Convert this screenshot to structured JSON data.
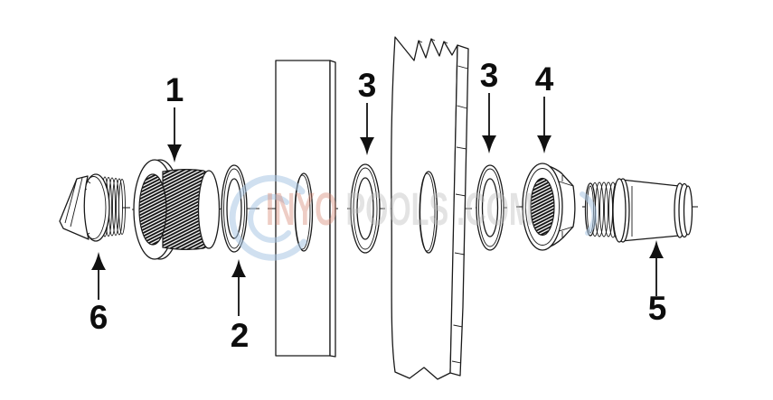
{
  "diagram": {
    "callouts": [
      {
        "id": "1",
        "label": "1"
      },
      {
        "id": "2",
        "label": "2"
      },
      {
        "id": "3-left",
        "label": "3"
      },
      {
        "id": "3-right",
        "label": "3"
      },
      {
        "id": "4",
        "label": "4"
      },
      {
        "id": "5",
        "label": "5"
      },
      {
        "id": "6",
        "label": "6"
      }
    ],
    "watermark": {
      "brand": "INYO",
      "name": "POOLS",
      "tld": ".COM",
      "blue": "#a9c7e3",
      "red": "#d98a76",
      "gray": "#bdbdbd"
    },
    "colors": {
      "background": "#ffffff",
      "line": "#1a1a1a"
    }
  }
}
